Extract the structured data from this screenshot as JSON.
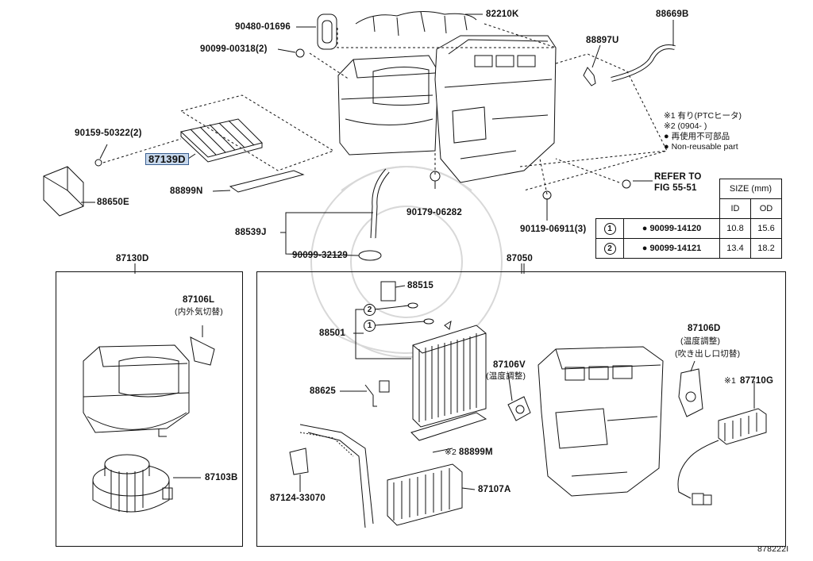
{
  "labels": {
    "p90480": "90480-01696",
    "p82210k": "82210K",
    "p88669b": "88669B",
    "p90099_00318": "90099-00318(2)",
    "p88897u": "88897U",
    "p90159": "90159-50322(2)",
    "p87139d": "87139D",
    "p88899n": "88899N",
    "p88650e": "88650E",
    "p88539j": "88539J",
    "p90179": "90179-06282",
    "p90119": "90119-06911(3)",
    "p90099_32129": "90099-32129",
    "p87130d": "87130D",
    "p87050": "87050",
    "p87106l": "87106L",
    "p87106l_sub": "(内外気切替)",
    "p88515": "88515",
    "p88501": "88501",
    "p87106v": "87106V",
    "p87106v_sub": "(温度調整)",
    "p87106d": "87106D",
    "p87106d_sub1": "(温度調整)",
    "p87106d_sub2": "(吹き出し口切替)",
    "p87710g": "87710G",
    "p87710g_mark": "※1",
    "p88625": "88625",
    "p88899m": "88899M",
    "p88899m_mark": "※2",
    "p87103b": "87103B",
    "p87124": "87124-33070",
    "p87107a": "87107A",
    "refer1": "REFER TO",
    "refer2": "FIG 55-51",
    "diagram_id": "878222I",
    "circle1": "1",
    "circle2": "2"
  },
  "notes": {
    "n1": "※1 有り(PTCヒータ)",
    "n2": "※2 (0904-      )",
    "n3": "再使用不可部品",
    "n4": "Non-reusable part"
  },
  "size_table": {
    "header": "SIZE (mm)",
    "col_id": "ID",
    "col_od": "OD",
    "rows": [
      {
        "mark": "1",
        "part": "90099-14120",
        "id": "10.8",
        "od": "15.6"
      },
      {
        "mark": "2",
        "part": "90099-14121",
        "id": "13.4",
        "od": "18.2"
      }
    ]
  },
  "colors": {
    "highlight": "#c7d8ec",
    "line": "#111111"
  }
}
